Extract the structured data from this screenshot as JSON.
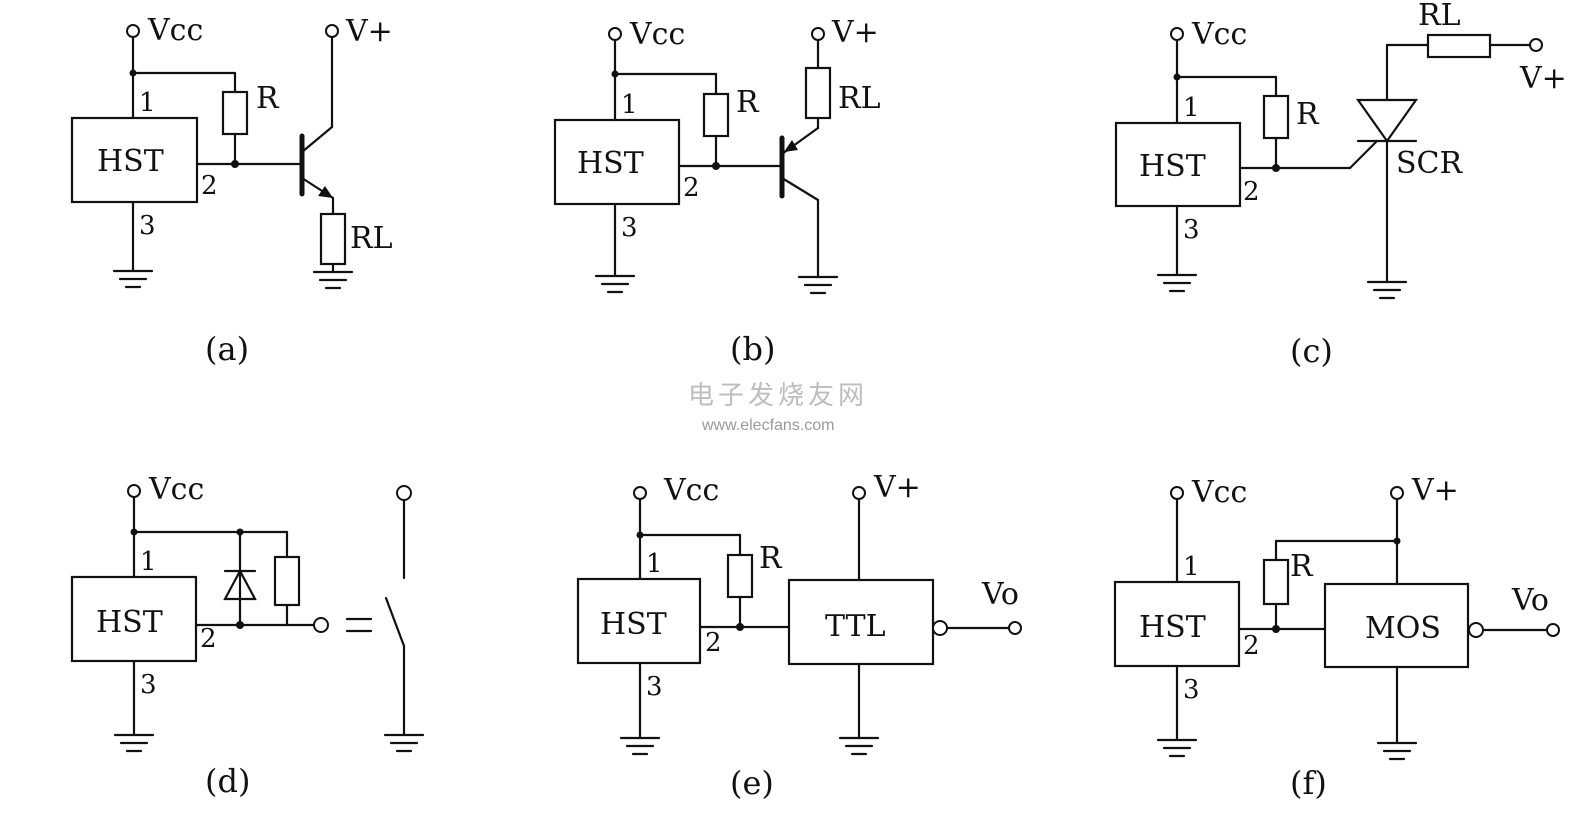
{
  "diagram": {
    "circuits": [
      {
        "caption": "(a)",
        "chip": "HST",
        "supply": "Vcc",
        "pins": [
          "1",
          "2",
          "3"
        ],
        "resistor": "R",
        "rail": "V+",
        "load": "RL"
      },
      {
        "caption": "(b)",
        "chip": "HST",
        "supply": "Vcc",
        "pins": [
          "1",
          "2",
          "3"
        ],
        "resistor": "R",
        "rail": "V+",
        "load": "RL"
      },
      {
        "caption": "(c)",
        "chip": "HST",
        "supply": "Vcc",
        "pins": [
          "1",
          "2",
          "3"
        ],
        "resistor": "R",
        "rail": "V+",
        "load": "RL",
        "device": "SCR"
      },
      {
        "caption": "(d)",
        "chip": "HST",
        "supply": "Vcc",
        "pins": [
          "1",
          "2",
          "3"
        ],
        "equiv": "="
      },
      {
        "caption": "(e)",
        "chip": "HST",
        "supply": "Vcc",
        "pins": [
          "1",
          "2",
          "3"
        ],
        "resistor": "R",
        "rail": "V+",
        "gate": "TTL",
        "output": "Vo"
      },
      {
        "caption": "(f)",
        "chip": "HST",
        "supply": "Vcc",
        "pins": [
          "1",
          "2",
          "3"
        ],
        "resistor": "R",
        "rail": "V+",
        "gate": "MOS",
        "output": "Vo"
      }
    ],
    "watermark": {
      "line1": "电子发烧友网",
      "line2": "www.elecfans.com"
    }
  }
}
